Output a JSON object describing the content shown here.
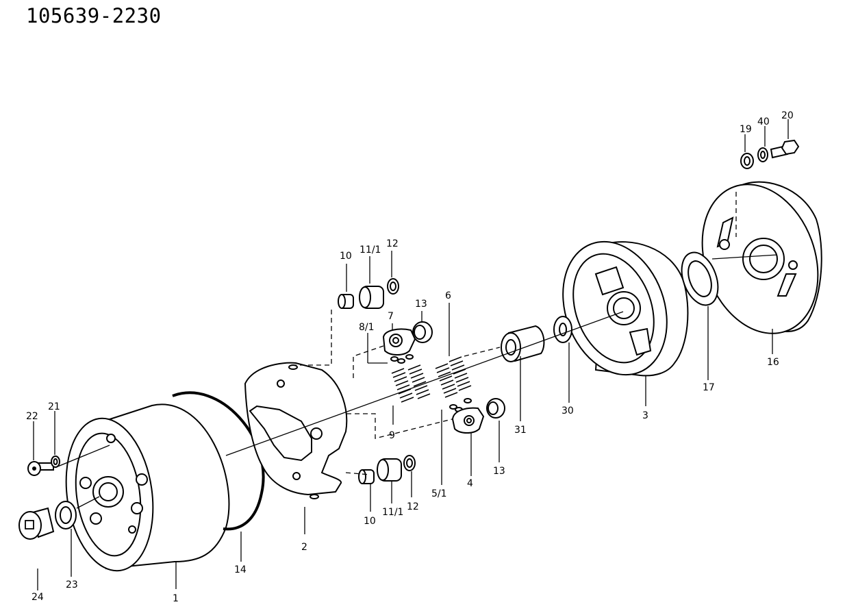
{
  "drawing_number": "105639-2230",
  "callouts": {
    "c1": "1",
    "c2": "2",
    "c3": "3",
    "c4": "4",
    "c5_1": "5/1",
    "c6": "6",
    "c7": "7",
    "c8_1": "8/1",
    "c9": "9",
    "c10_top": "10",
    "c10_bottom": "10",
    "c11_1_top": "11/1",
    "c11_1_bottom": "11/1",
    "c12_top": "12",
    "c12_bottom": "12",
    "c13_top": "13",
    "c13_bottom": "13",
    "c14": "14",
    "c16": "16",
    "c17": "17",
    "c19": "19",
    "c20": "20",
    "c21": "21",
    "c22": "22",
    "c23": "23",
    "c24": "24",
    "c30": "30",
    "c31": "31",
    "c40": "40"
  }
}
